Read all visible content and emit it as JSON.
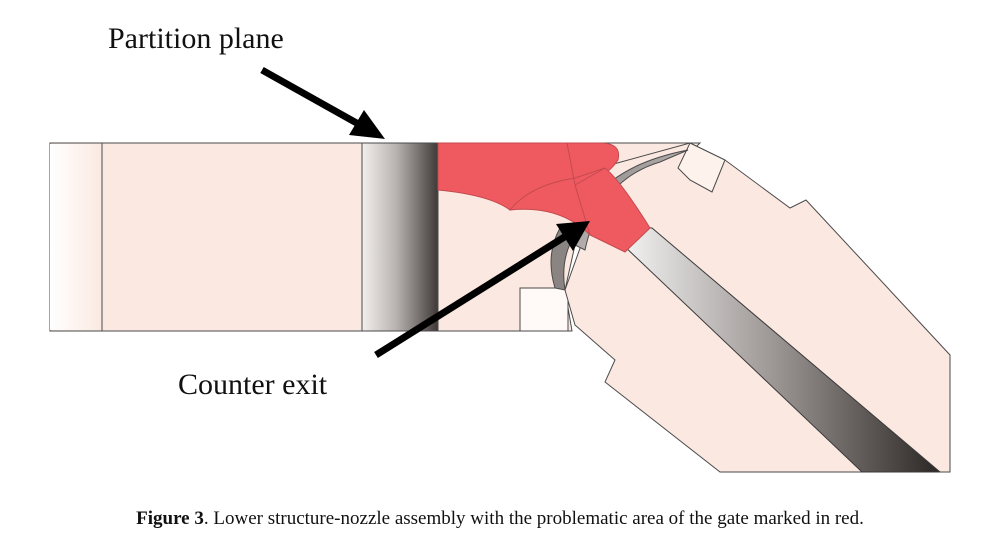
{
  "labels": {
    "partition": "Partition plane",
    "counter_exit": "Counter exit"
  },
  "caption": {
    "prefix": "Figure 3",
    "text": ". Lower structure-nozzle assembly with the problematic area of the gate marked in red."
  },
  "colors": {
    "part_fill": "#fbe9e1",
    "edge": "#4a4a4a",
    "gate_red": "#ee5a60",
    "arrow": "#000000",
    "background": "#ffffff"
  }
}
